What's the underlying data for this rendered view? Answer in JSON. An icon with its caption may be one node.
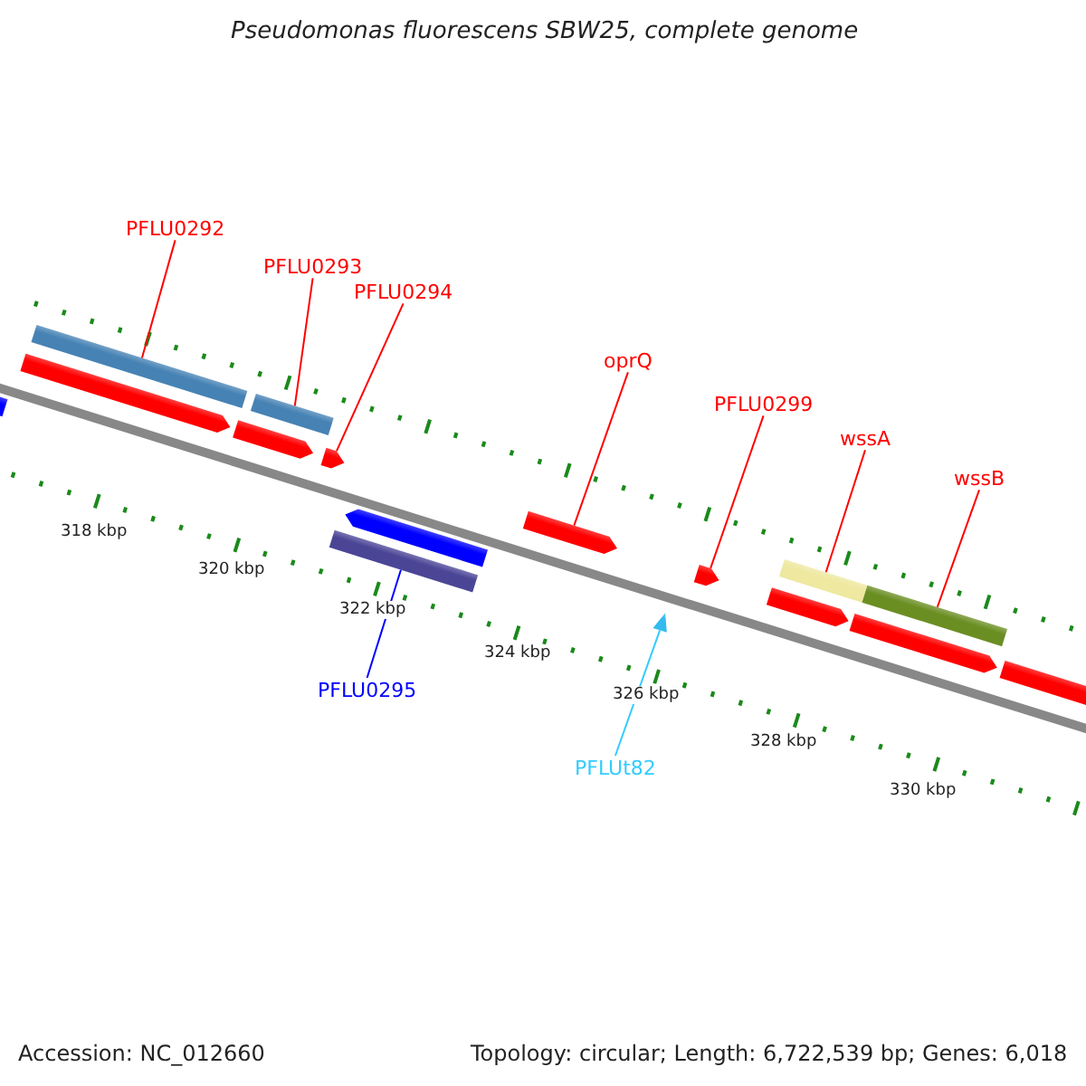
{
  "diagram": {
    "title": "Pseudomonas fluorescens SBW25, complete genome",
    "nodes": [
      {
        "text": [
          "PFLU0292"
        ]
      },
      {
        "text": [
          "PFLU0293"
        ]
      },
      {
        "text": [
          "PFLU0294"
        ]
      },
      {
        "text": [
          "oprQ"
        ]
      },
      {
        "text": [
          "PFLU0299"
        ]
      },
      {
        "text": [
          "wssA"
        ]
      },
      {
        "text": [
          "wssB"
        ]
      },
      {
        "text": [
          "PFLU0295"
        ]
      },
      {
        "text": [
          "PFLUt82"
        ]
      },
      {
        "text": [],
        "shape": "bar"
      },
      {
        "text": [],
        "shape": "bar"
      },
      {
        "text": [],
        "shape": "pentagon"
      },
      {
        "text": [],
        "shape": "pentagon"
      },
      {
        "text": [],
        "shape": "pentagon"
      },
      {
        "text": [],
        "shape": "bar"
      },
      {
        "text": [],
        "shape": "bar"
      },
      {
        "text": [],
        "shape": "bar"
      },
      {
        "text": [],
        "shape": "triangle"
      },
      {
        "text": [],
        "shape": "pentagon"
      },
      {
        "text": [],
        "shape": "pentagon"
      },
      {
        "text": [],
        "shape": "pentagon"
      },
      {
        "text": [],
        "shape": "pentagon"
      },
      {
        "text": [],
        "shape": "pentagon"
      },
      {
        "text": [],
        "shape": "pentagon"
      },
      {
        "text": [],
        "shape": "pentagon"
      }
    ],
    "edges": [
      {
        "from": 0,
        "to": 9,
        "arrow": "none"
      },
      {
        "from": 1,
        "to": 10,
        "arrow": "none"
      },
      {
        "from": 2,
        "to": 11,
        "arrow": "none"
      },
      {
        "from": 3,
        "to": 12,
        "arrow": "none"
      },
      {
        "from": 4,
        "to": 13,
        "arrow": "none"
      },
      {
        "from": 5,
        "to": 14,
        "arrow": "none"
      },
      {
        "from": 6,
        "to": 15,
        "arrow": "none"
      },
      {
        "from": 7,
        "to": 16,
        "arrow": "none",
        "color": "#0000ff"
      },
      {
        "from": 8,
        "to": 17,
        "arrow": "none",
        "color": "#33ccff"
      }
    ],
    "labels": [
      "318 kbp",
      "320 kbp",
      "322 kbp",
      "324 kbp",
      "326 kbp",
      "328 kbp",
      "330 kbp",
      "Accession: NC_012660",
      "Topology: circular; Length: 6,722,539 bp; Genes: 6,018"
    ]
  }
}
